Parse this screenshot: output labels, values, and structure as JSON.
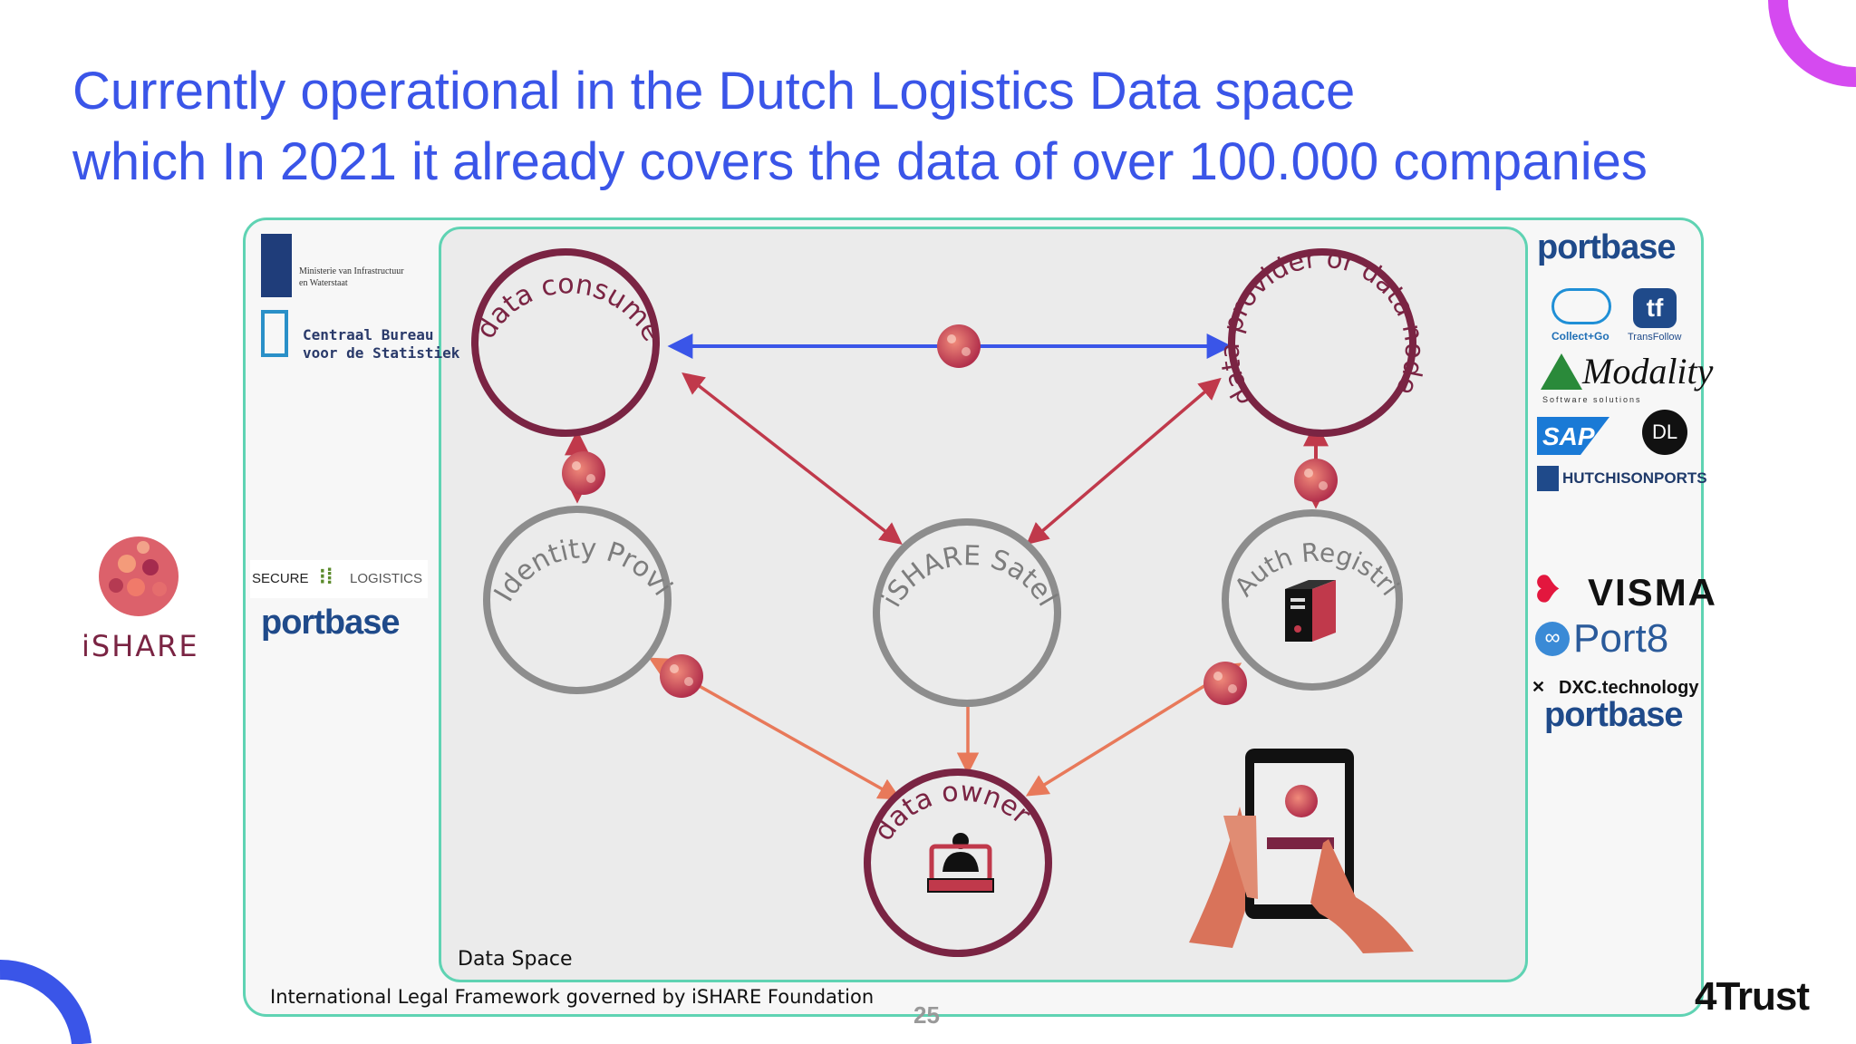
{
  "title": {
    "line1": "Currently operational in the Dutch Logistics Data space",
    "line2": "which In 2021 it already covers the data of over 100.000 companies"
  },
  "diagram": {
    "nodes": {
      "data_consumer": "data consumer",
      "data_provider": "data provider or data node",
      "identity_providers": "Identity Providers",
      "ishare_satellite": "iSHARE Satellite",
      "auth_registries": "Auth Registries",
      "data_owner": "data owner"
    },
    "data_space_label": "Data Space",
    "legal_framework": "International Legal Framework governed by iSHARE Foundation"
  },
  "logos": {
    "ishare": "iSHARE",
    "ministerie_line1": "Ministerie van Infrastructuur",
    "ministerie_line2": "en Waterstaat",
    "cbs_line1": "Centraal Bureau",
    "cbs_line2": "voor de Statistiek",
    "secure": "SECURE",
    "logistics": "LOGISTICS",
    "portbase": "portbase",
    "collectgo": "Collect+Go",
    "transfollow": "TransFollow",
    "modality": "Modality",
    "modality_sub": "Software solutions",
    "sap": "SAP",
    "dl": "DL",
    "hutchison": "HUTCHISONPORTS",
    "visma": "VISMA",
    "port8": "Port8",
    "dxc": "DXC.technology",
    "fourtrust": "4Trust",
    "page_number": "25"
  },
  "colors": {
    "title": "#3a55e8",
    "frame": "#5fd3b3",
    "maroon": "#7a2443",
    "grey_ring": "#8d8d8d",
    "blue_arrow": "#3a55e8",
    "red_arrow": "#c0394b",
    "orange_arrow": "#e8795a"
  }
}
